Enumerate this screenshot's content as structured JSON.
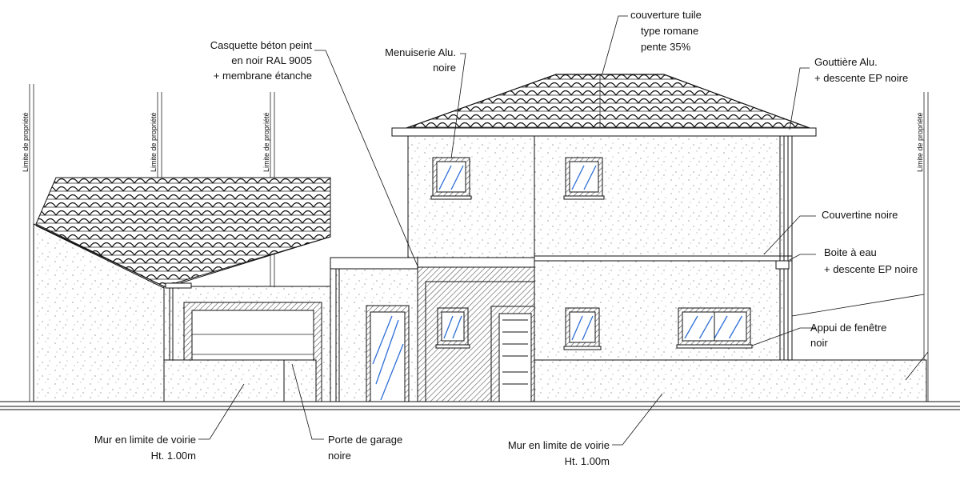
{
  "property_limit": "Limite de propriété",
  "labels": {
    "casquette_line1": "Casquette béton peint",
    "casquette_line2": "en noir RAL 9005",
    "casquette_line3": "+ membrane étanche",
    "menuiserie_line1": "Menuiserie Alu.",
    "menuiserie_line2": "noire",
    "couverture_line1": "couverture tuile",
    "couverture_line2": "type romane",
    "couverture_line3": "pente 35%",
    "gouttiere_line1": "Gouttière Alu.",
    "gouttiere_line2": "+  descente EP noire",
    "couvertine": "Couvertine noire",
    "boite_line1": "Boite à eau",
    "boite_line2": "+  descente EP noire",
    "appui_line1": "Appui de fenêtre",
    "appui_line2": "noir",
    "mur_left_line1": "Mur en limite de voirie",
    "mur_left_line2": "Ht. 1.00m",
    "porte_line1": "Porte de garage",
    "porte_line2": "noire",
    "mur_right_line1": "Mur en limite de voirie",
    "mur_right_line2": "Ht. 1.00m"
  },
  "colors": {
    "line": "#111111",
    "glazing": "#2f6fd6",
    "hatch": "#555555",
    "background": "#ffffff"
  }
}
